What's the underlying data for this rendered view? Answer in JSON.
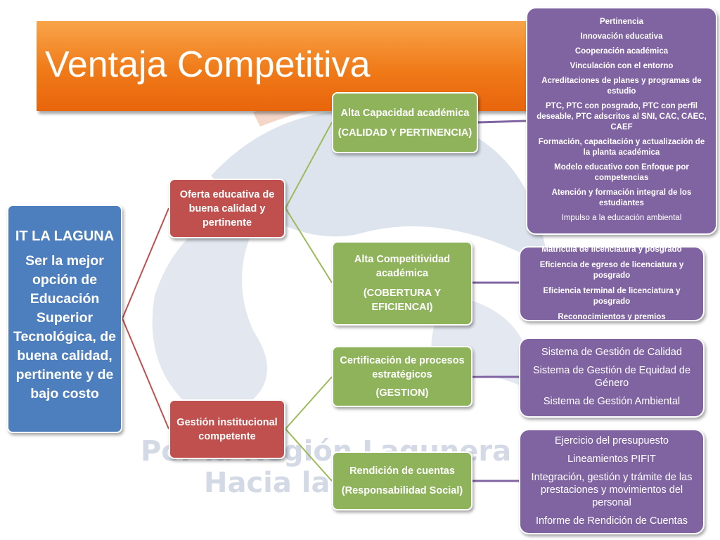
{
  "title": "Ventaja Competitiva",
  "root": {
    "title": "IT  LA LAGUNA",
    "description": "Ser la mejor opción de Educación Superior Tecnológica,  de buena calidad, pertinente y  de bajo costo"
  },
  "branches": [
    {
      "text": "Oferta educativa de buena calidad y pertinente"
    },
    {
      "text": "Gestión institucional competente"
    }
  ],
  "nodes": [
    {
      "line1": "Alta Capacidad académica",
      "line2": "(CALIDAD Y PERTINENCIA)"
    },
    {
      "line1": "Alta Competitividad académica",
      "line2": "(COBERTURA  Y EFICIENCAI)"
    },
    {
      "line1": "Certificación de procesos estratégicos",
      "line2": "(GESTION)"
    },
    {
      "line1": "Rendición de cuentas",
      "line2": "(Responsabilidad Social)"
    }
  ],
  "lists": {
    "pertinencia": [
      "Pertinencia",
      "Innovación educativa",
      "Cooperación  académica",
      "Vinculación con el entorno",
      "Acreditaciones de planes y programas de estudio",
      "PTC, PTC con posgrado,  PTC con perfil deseable, PTC adscritos al SNI, CAC, CAEC, CAEF",
      "Formación, capacitación y actualización de  la planta académica",
      "Modelo educativo con Enfoque por competencias",
      "Atención y formación integral de los estudiantes",
      "Impulso a la educación ambiental"
    ],
    "competitividad": [
      "Matrícula de licenciatura y posgrado",
      "Eficiencia de egreso de licenciatura  y posgrado",
      "Eficiencia terminal de licenciatura  y posgrado",
      "Reconocimientos y premios"
    ],
    "gestion": [
      "Sistema de Gestión de Calidad",
      "Sistema de Gestión de Equidad de Género",
      "Sistema de Gestión Ambiental"
    ],
    "rendicion": [
      "Ejercicio del presupuesto",
      "Lineamientos PIFIT",
      "Integración, gestión y trámite de las prestaciones y movimientos del personal",
      "Informe de Rendición de Cuentas"
    ]
  },
  "colors": {
    "banner": "#f07a18",
    "root": "#4d7fbf",
    "branch": "#c0504d",
    "node": "#8fb35a",
    "list": "#8064a2",
    "connector_red": "#c0504d",
    "connector_green": "#9bbb59",
    "connector_purple": "#8064a2"
  },
  "watermark": "Por la Región Lagunera Hacia la Calidad"
}
